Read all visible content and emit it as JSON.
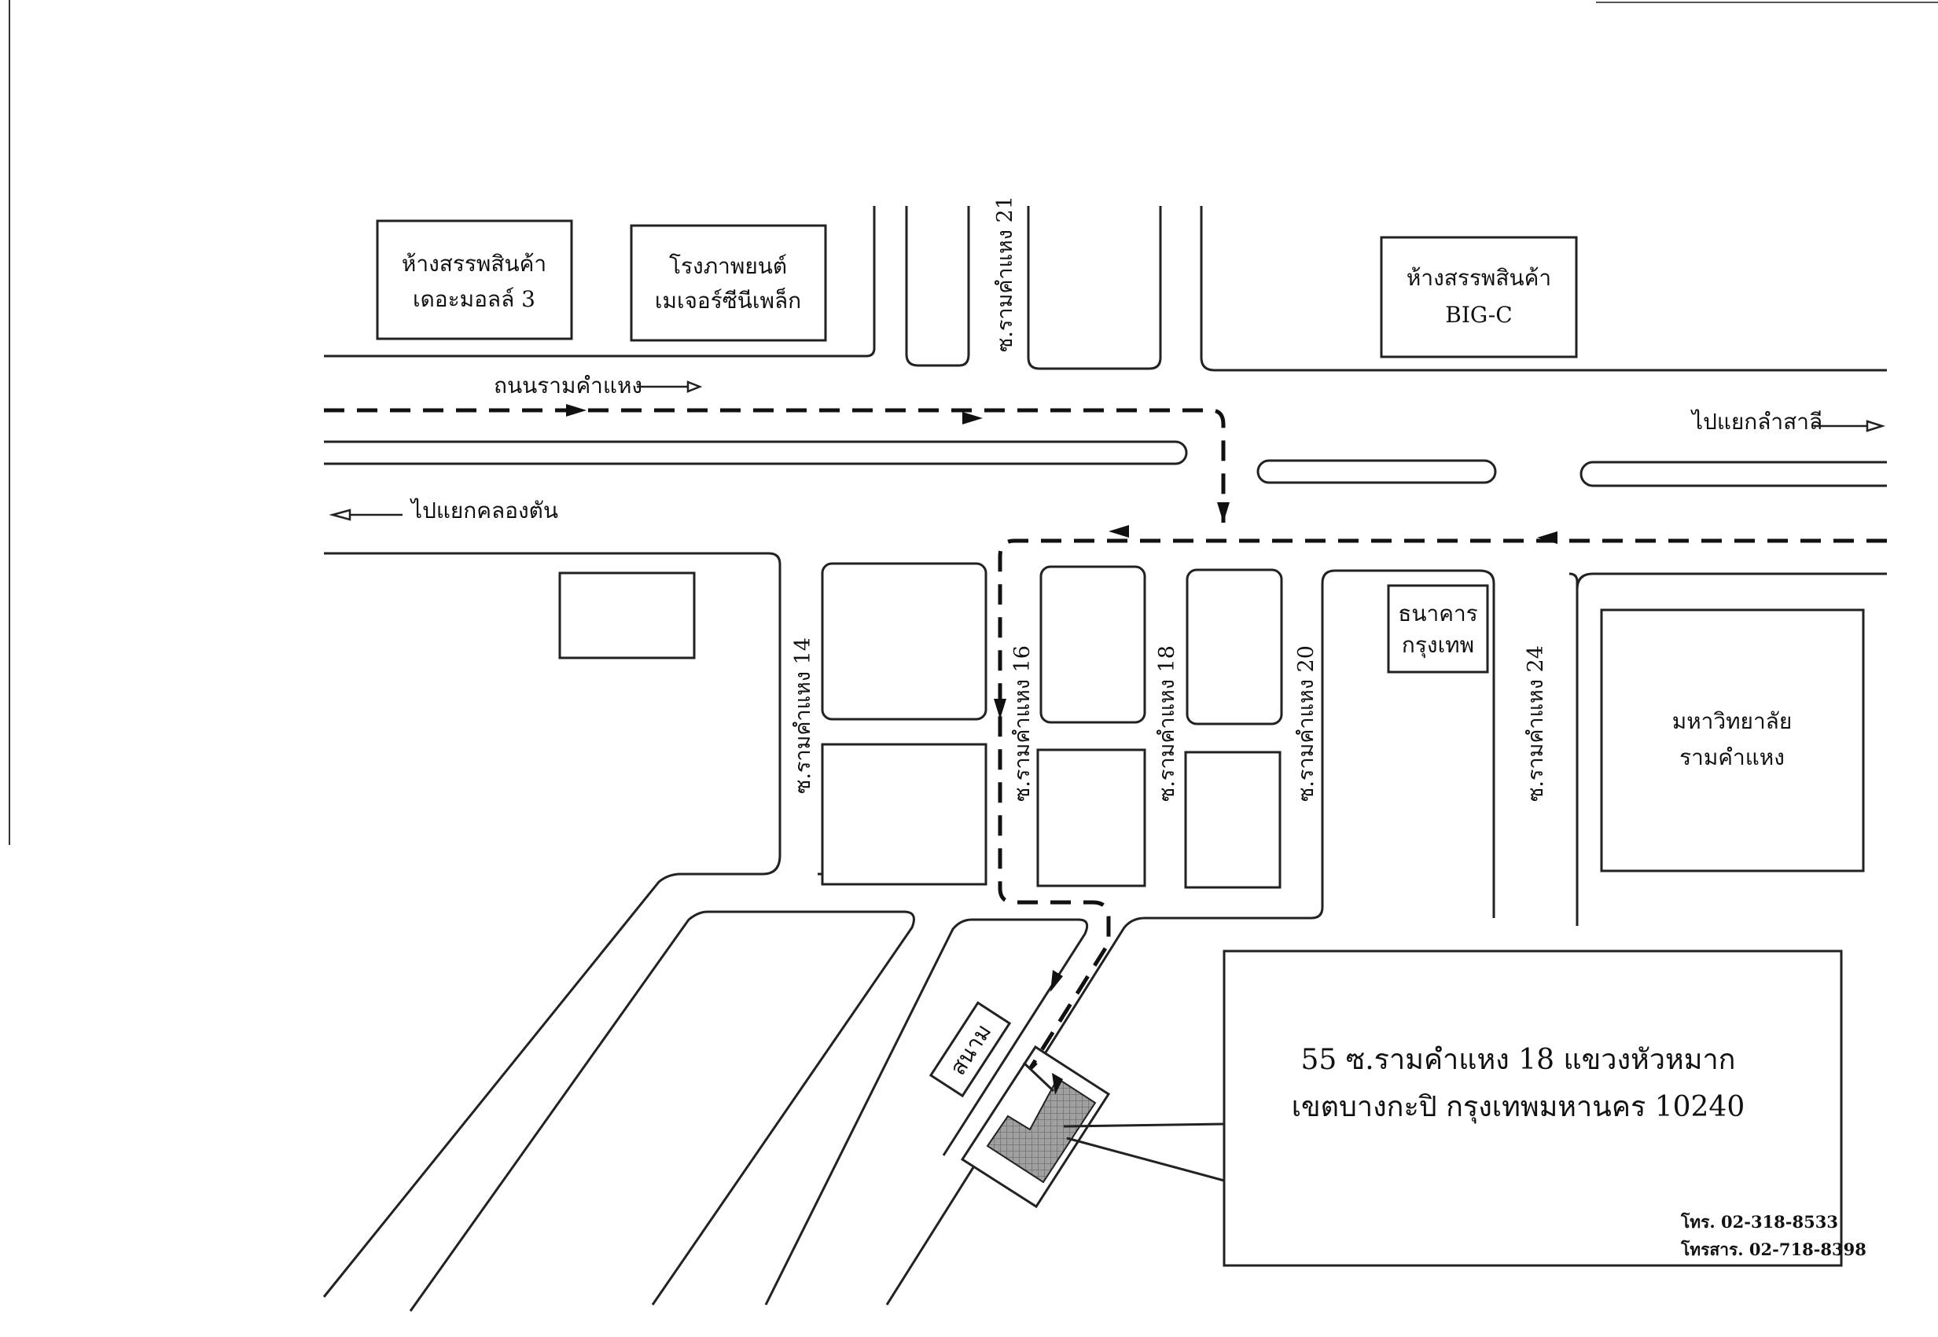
{
  "buildings": {
    "mall3": [
      "ห้างสรรพสินค้า",
      "เดอะมอลล์ 3"
    ],
    "cinema": [
      "โรงภาพยนต์",
      "เมเจอร์ซีนีเพล็ก"
    ],
    "bigc": [
      "ห้างสรรพสินค้า",
      "BIG-C"
    ],
    "bank": [
      "ธนาคาร",
      "กรุงเทพ"
    ],
    "university": [
      "มหาวิทยาลัย",
      "รามคำแหง"
    ],
    "field": "สนาม"
  },
  "roads": {
    "main": "ถนนรามคำแหง",
    "to_lamsali": "ไปแยกลำสาลี",
    "to_khlongton": "ไปแยกคลองตัน",
    "soi14": "ซ.รามคำแหง 14",
    "soi16": "ซ.รามคำแหง 16",
    "soi18": "ซ.รามคำแหง 18",
    "soi20": "ซ.รามคำแหง 20",
    "soi21": "ซ.รามคำแหง 21",
    "soi24": "ซ.รามคำแหง 24"
  },
  "address": {
    "line1": "55 ซ.รามคำแหง 18 แขวงหัวหมาก",
    "line2": "เขตบางกะปิ กรุงเทพมหานคร 10240",
    "tel": "โทร. 02-318-8533",
    "fax": "โทรสาร. 02-718-8398"
  },
  "colors": {
    "line": "#222222",
    "destination_fill": "#9a9a9a"
  }
}
